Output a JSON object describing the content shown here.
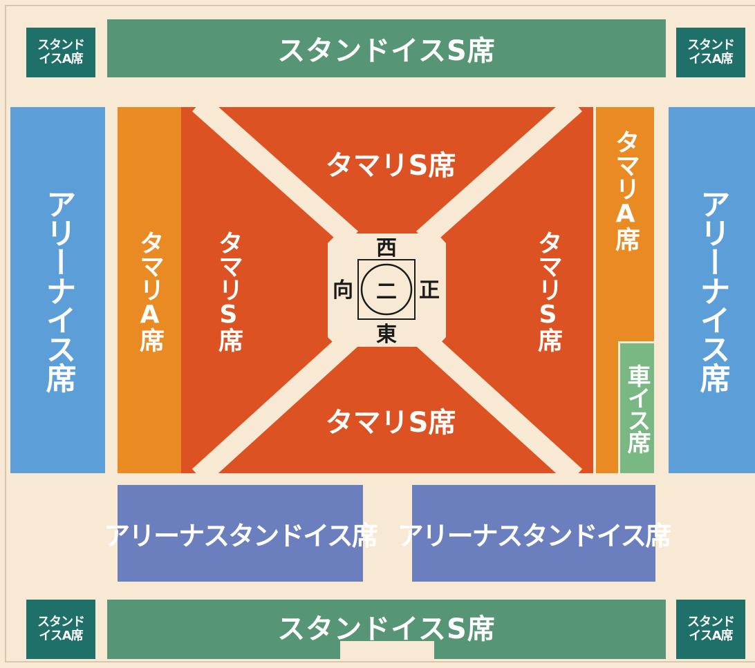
{
  "map": {
    "stand_s_label": "スタンドイスS席",
    "stand_a_label": [
      "スタンド",
      "イスA席"
    ],
    "arena_label": "アリーナイス席",
    "tamari_s_label": "タマリS席",
    "tamari_a_label": "タマリA席",
    "kuruma_label": "車イス席",
    "arena_stand_label": "アリーナスタンドイス席",
    "ring": {
      "symbol": "二",
      "north": "西",
      "south": "東",
      "west": "向",
      "east": "正"
    },
    "colors": {
      "background": "#f8e9d5",
      "stand_s": "#579577",
      "stand_a": "#1e7068",
      "arena": "#5c9fd8",
      "tamari_s": "#dd5222",
      "tamari_a": "#e98a23",
      "kuruma": "#79b883",
      "arena_stand": "#6b7fbe"
    }
  }
}
